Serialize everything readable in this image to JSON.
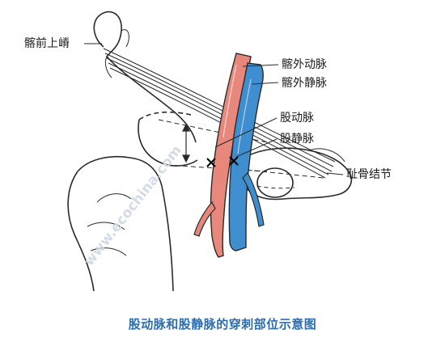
{
  "labels": {
    "asis": "髂前上嵴",
    "external_iliac_artery": "髂外动脉",
    "external_iliac_vein": "髂外静脉",
    "femoral_artery": "股动脉",
    "femoral_vein": "股静脉",
    "pubic_tubercle": "耻骨结节"
  },
  "watermark": "www.ecochina.com",
  "caption": "股动脉和股静脉的穿刺部位示意图",
  "colors": {
    "artery": "#e8877c",
    "vein": "#3f8fd0",
    "caption": "#2b6cb0",
    "line": "#2a2a2a"
  }
}
